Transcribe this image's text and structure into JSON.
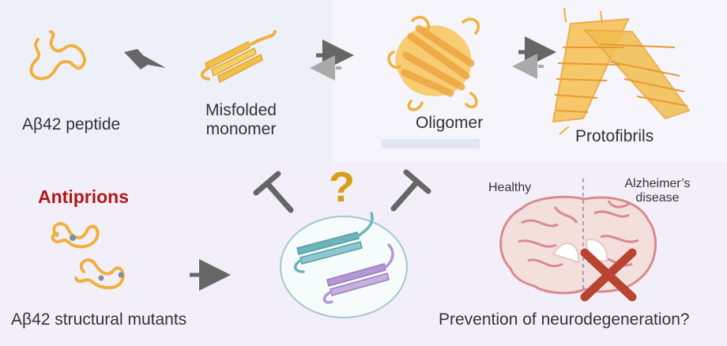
{
  "top_row": {
    "peptide": "Aβ42 peptide",
    "misfolded": "Misfolded\nmonomer",
    "oligomer": "Oligomer",
    "protofibrils": "Protofibrils"
  },
  "bottom_row": {
    "antiprions": "Antiprions",
    "mutants": "Aβ42 structural mutants",
    "question": "?",
    "prevention": "Prevention of neurodegeneration?"
  },
  "brain": {
    "healthy": "Healthy",
    "alzheimers": "Alzheimer’s\ndisease"
  },
  "colors": {
    "peptide": "#f0b040",
    "fibril": "#f2c04a",
    "antiprion_red": "#b01818",
    "question": "#d4a017",
    "arrow_gray": "#666666",
    "teal_mutant": "#6cb5bb",
    "purple_mutant": "#b597d6",
    "cross": "#b84432"
  },
  "icons": [
    "lightning-icon",
    "equilibrium-arrows-icon",
    "inhibition-icon",
    "brain-icon",
    "cross-icon"
  ]
}
